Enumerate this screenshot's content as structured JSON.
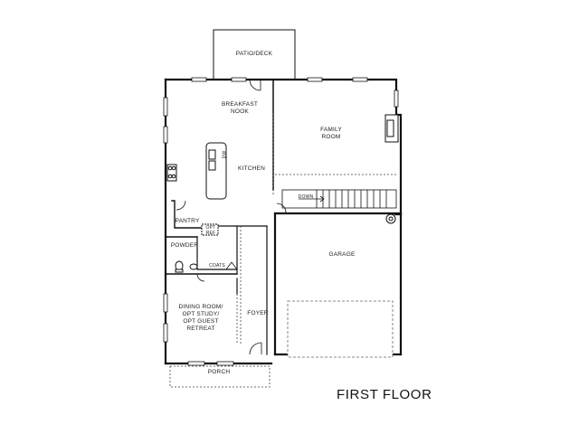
{
  "floor_title": "FIRST FLOOR",
  "rooms": {
    "patio_deck": "PATIO/DECK",
    "breakfast_nook": [
      "BREAKFAST",
      "NOOK"
    ],
    "family_room": [
      "FAMILY",
      "ROOM"
    ],
    "kitchen": "KITCHEN",
    "pantry": "PANTRY",
    "refrigerator": [
      "OPT",
      "REF"
    ],
    "powder": "POWDER",
    "coats": "COATS",
    "garage": "GARAGE",
    "dining_room": [
      "DINING ROOM/",
      "OPT STUDY/",
      "OPT GUEST",
      "RETREAT"
    ],
    "foyer": "FOYER",
    "porch": "PORCH"
  },
  "fixtures": {
    "stair_direction": "DOWN",
    "island_appliance": "DW"
  },
  "colors": {
    "wall": "#111111",
    "dashed": "#444444",
    "background": "#ffffff"
  }
}
